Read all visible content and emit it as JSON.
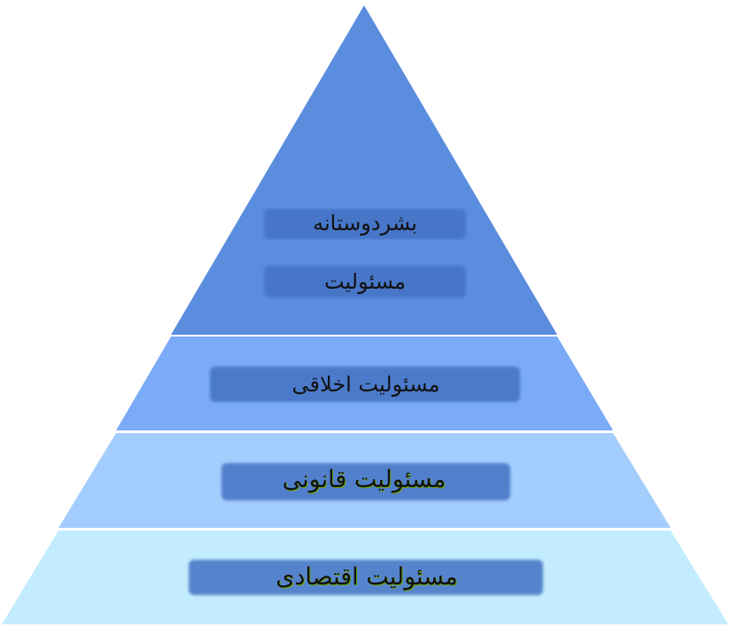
{
  "pyramid": {
    "levels": [
      {
        "lines": [
          "بشردوستانه",
          "مسئولیت"
        ],
        "color": "#5b8ddf"
      },
      {
        "lines": [
          "مسئولیت اخلاقی"
        ],
        "color": "#7aaaf8"
      },
      {
        "lines": [
          "مسئولیت قانونی"
        ],
        "color": "#a3cdfc"
      },
      {
        "lines": [
          "مسئولیت اقتصادی"
        ],
        "color": "#c3edfe"
      }
    ],
    "overlay_color": "#4472c4"
  }
}
